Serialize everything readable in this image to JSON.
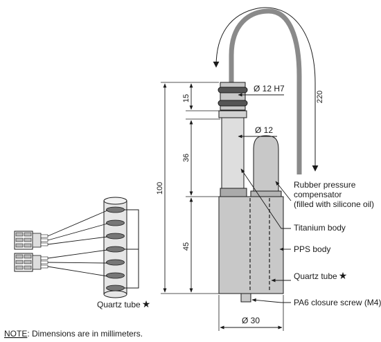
{
  "dimensions": {
    "len_15": "15",
    "len_36": "36",
    "len_45": "45",
    "len_100": "100",
    "cable_220": "220",
    "dia_12h7": "Ø 12 H7",
    "dia_12": "Ø 12",
    "dia_30": "Ø 30"
  },
  "labels": {
    "rubber_1": "Rubber pressure",
    "rubber_2": "compensator",
    "rubber_3": "(filled with silicone oil)",
    "titanium": "Titanium body",
    "pps": "PPS body",
    "quartz_right": "Quartz tube",
    "quartz_left": "Quartz tube",
    "star": "★",
    "pa6": "PA6 closure screw (M4)"
  },
  "note": {
    "prefix": "NOTE",
    "text": ": Dimensions are in millimeters."
  },
  "colors": {
    "body_fill": "#c8c8c8",
    "tube_fill": "#dedede",
    "cable": "#8a8a8a",
    "line": "#1a1a1a"
  }
}
